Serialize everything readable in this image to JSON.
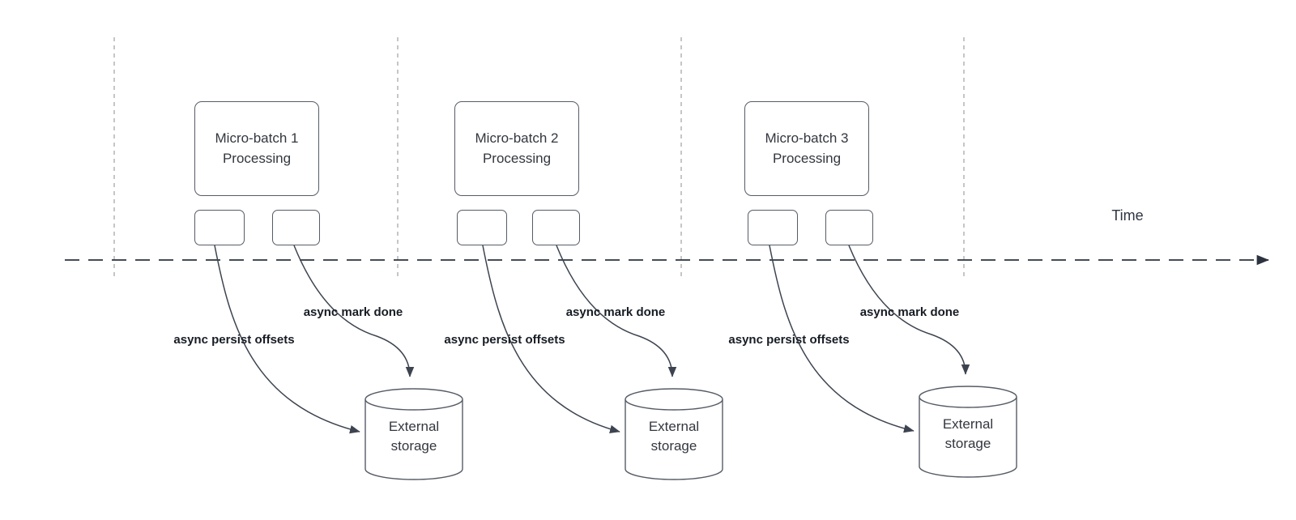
{
  "diagram": {
    "time_label": "Time",
    "storage_label": "External storage",
    "batches": [
      {
        "title": "Micro-batch 1 Processing",
        "persist_label": "async persist offsets",
        "done_label": "async mark done"
      },
      {
        "title": "Micro-batch 2 Processing",
        "persist_label": "async persist offsets",
        "done_label": "async mark done"
      },
      {
        "title": "Micro-batch 3 Processing",
        "persist_label": "async persist offsets",
        "done_label": "async mark done"
      }
    ],
    "colors": {
      "background": "#ffffff",
      "box_border": "#565c66",
      "box_text": "#33373e",
      "label_text": "#171c24",
      "arrow_dark": "#3d4450",
      "timeline_dark": "#2d333e",
      "divider_gray": "#adadad"
    }
  }
}
